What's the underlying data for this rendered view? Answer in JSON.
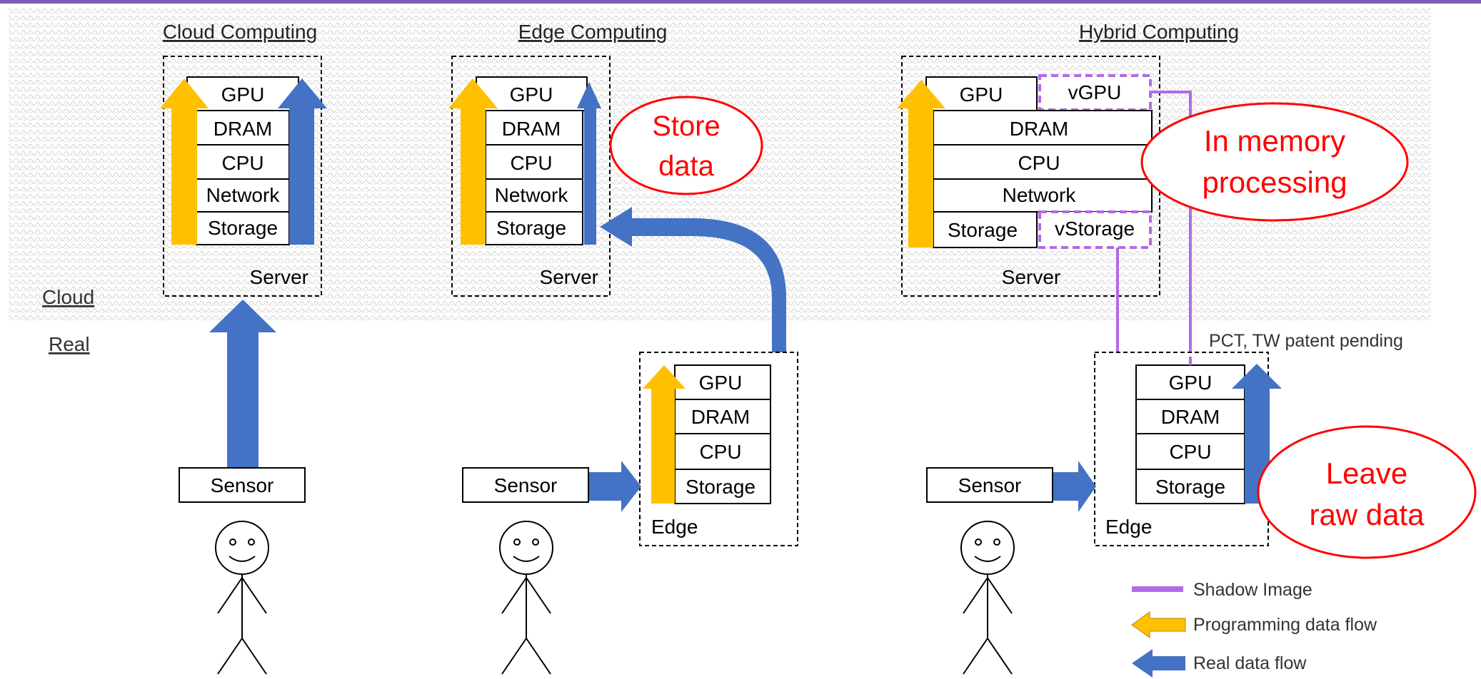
{
  "zones": {
    "cloud": "Cloud",
    "real": "Real"
  },
  "titles": {
    "cloud": "Cloud Computing",
    "edge": "Edge Computing",
    "hybrid": "Hybrid Computing"
  },
  "boxes": {
    "server": "Server",
    "edge": "Edge",
    "sensor": "Sensor"
  },
  "layers": {
    "gpu": "GPU",
    "dram": "DRAM",
    "cpu": "CPU",
    "network": "Network",
    "storage": "Storage",
    "vgpu": "vGPU",
    "vstorage": "vStorage"
  },
  "callouts": {
    "store_1": "Store",
    "store_2": "data",
    "inmem_1": "In memory",
    "inmem_2": "processing",
    "leave_1": "Leave",
    "leave_2": "raw data"
  },
  "patent": "PCT, TW patent pending",
  "legend": {
    "shadow": "Shadow Image",
    "programming": "Programming data flow",
    "real": "Real data flow"
  },
  "colors": {
    "blue": "#4472C4",
    "gold": "#FFC000",
    "purple": "#B36AE2",
    "red": "#FF0000",
    "topbar": "#7F5FB3"
  }
}
